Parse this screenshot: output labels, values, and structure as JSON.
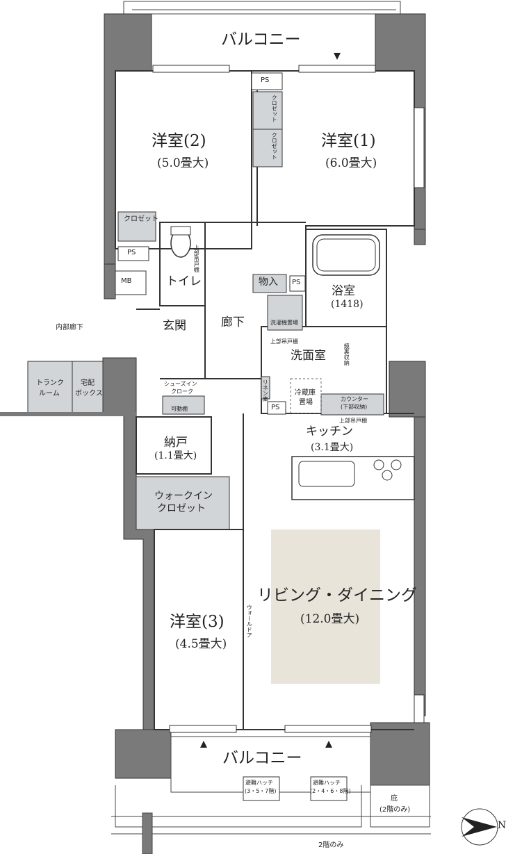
{
  "balcony_top": "バルコニー",
  "balcony_bottom": "バルコニー",
  "rooms": {
    "western_2": {
      "name": "洋室(2)",
      "size": "(5.0畳大)"
    },
    "western_1": {
      "name": "洋室(1)",
      "size": "(6.0畳大)"
    },
    "western_3": {
      "name": "洋室(3)",
      "size": "(4.5畳大)"
    },
    "toilet": "トイレ",
    "entrance": "玄関",
    "hallway": "廊下",
    "bathroom": {
      "name": "浴室",
      "size": "(1418)"
    },
    "washroom": "洗面室",
    "kitchen": {
      "name": "キッチン",
      "size": "(3.1畳大)"
    },
    "storage": {
      "name": "納戸",
      "size": "(1.1畳大)"
    },
    "walkin": {
      "line1": "ウォークイン",
      "line2": "クロゼット"
    },
    "living": "リビング・ダイニング",
    "living_size": "(12.0畳大)"
  },
  "labels": {
    "closet": "クロゼット",
    "ps": "PS",
    "mb": "MB",
    "monoire": "物入",
    "washer": "洗濯機置場",
    "upper_cabinet": "上部吊戸棚",
    "upper_cabinet_toilet": "上部吊戸棚",
    "mirror_storage": "鏡裏収納",
    "linen": "リネン庫",
    "fridge": {
      "line1": "冷蔵庫",
      "line2": "置場"
    },
    "counter": {
      "line1": "カウンター",
      "line2": "(下部収納)"
    },
    "shoes_in": {
      "line1": "シューズイン",
      "line2": "クローク"
    },
    "adjustable_shelf": "可動棚",
    "inner_corridor": "内部廊下",
    "trunk_room": {
      "line1": "トランク",
      "line2": "ルーム"
    },
    "delivery_box": {
      "line1": "宅配",
      "line2": "ボックス"
    },
    "wall_door": "ウォールドア",
    "hatch_1": {
      "line1": "避難ハッチ",
      "line2": "(3・5・7階)"
    },
    "hatch_2": {
      "line1": "避難ハッチ",
      "line2": "(2・4・6・8階)"
    },
    "garden": {
      "line1": "庇",
      "line2": "(2階のみ)"
    },
    "second_floor_only": "2階のみ",
    "north": "N"
  },
  "colors": {
    "wall_fill": "#7a7a7a",
    "storage_fill": "#d2d5d8",
    "living_highlight": "#e9e4da"
  }
}
